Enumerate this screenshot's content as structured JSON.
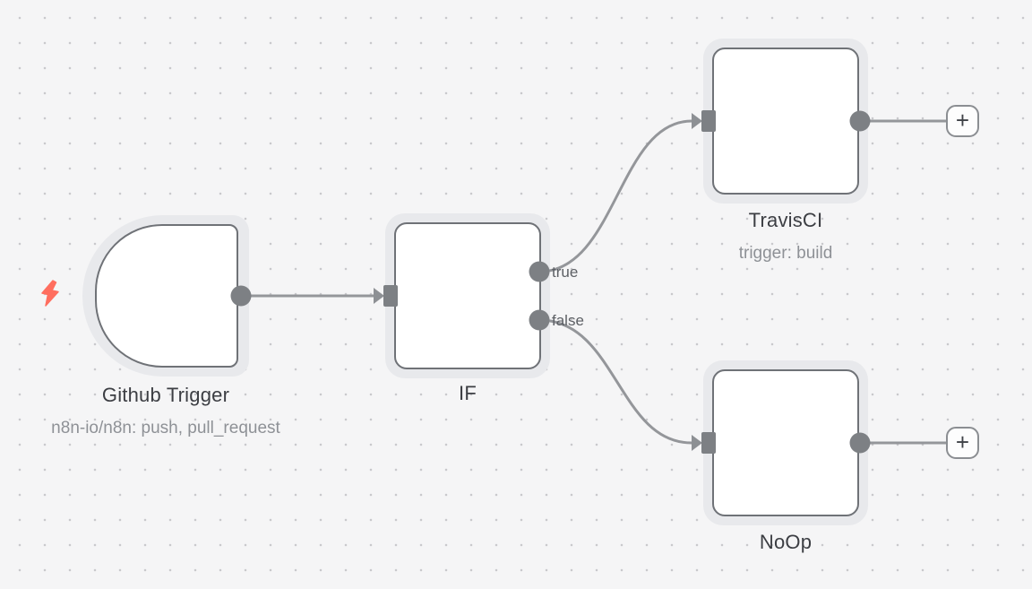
{
  "canvas": {
    "type": "n8n-workflow-editor-canvas"
  },
  "colors": {
    "canvas_bg": "#f5f5f6",
    "grid_dot": "#c9c9cc",
    "node_fill": "#ffffff",
    "node_border": "#6f7277",
    "node_halo": "#e8e9ec",
    "wire": "#94969a",
    "endpoint": "#7d8084",
    "label": "#3c3e43",
    "label_muted": "#8e9196",
    "trigger_bolt": "#ff6e5f",
    "if_icon_green": "#17a24b",
    "github_icon": "#24292f",
    "travis_helmet": "#eadfa9",
    "travis_red": "#c8473c"
  },
  "nodes": [
    {
      "id": "github-trigger",
      "label": "Github Trigger",
      "subtitle": "n8n-io/n8n: push, pull_request",
      "icon": "github-octocat",
      "shape": "trigger"
    },
    {
      "id": "if",
      "label": "IF",
      "icon": "signpost",
      "outputs": [
        "true",
        "false"
      ]
    },
    {
      "id": "travisci",
      "label": "TravisCI",
      "subtitle": "trigger: build",
      "icon": "travisci-mascot"
    },
    {
      "id": "noop",
      "label": "NoOp",
      "icon": "arrow-right"
    }
  ],
  "connections": [
    {
      "from": "github-trigger",
      "to": "if"
    },
    {
      "from": "if",
      "output": "true",
      "to": "travisci"
    },
    {
      "from": "if",
      "output": "false",
      "to": "noop"
    },
    {
      "from": "travisci",
      "to": "add-node-button"
    },
    {
      "from": "noop",
      "to": "add-node-button"
    }
  ],
  "ui": {
    "add_button_label": "+"
  }
}
